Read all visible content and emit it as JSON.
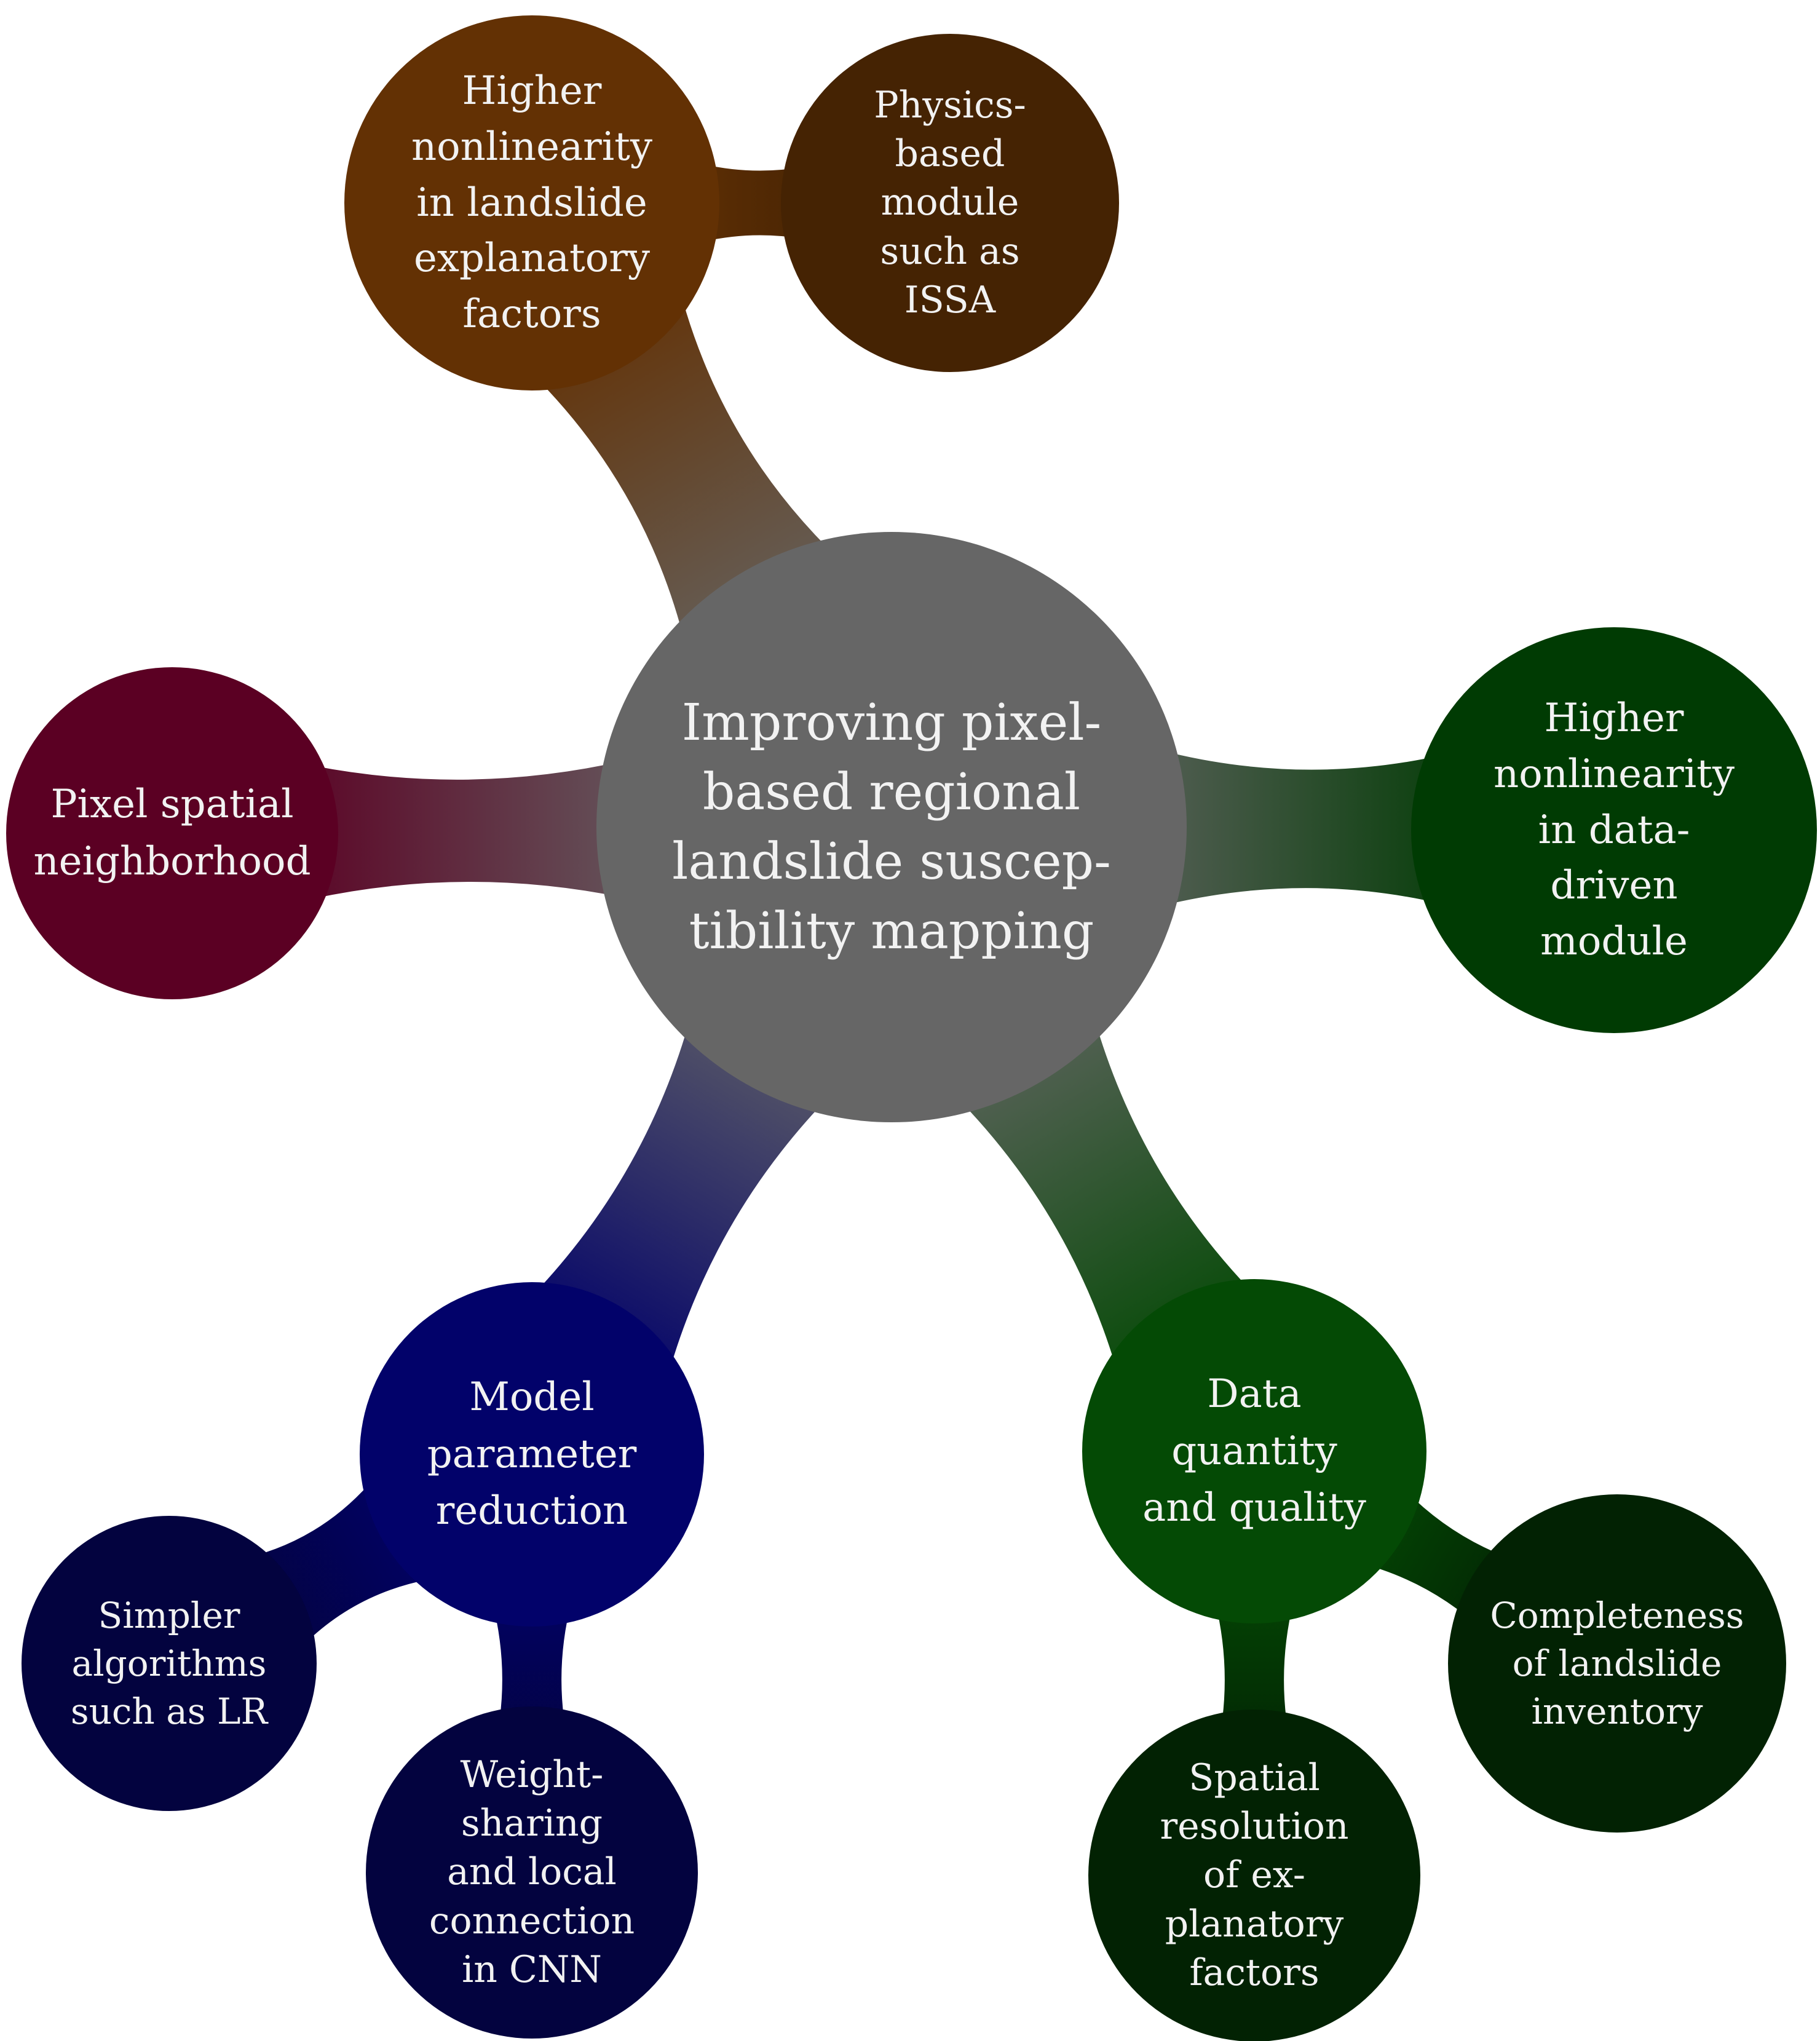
{
  "center": {
    "label": "Improving pixel-\nbased regional\nlandslide suscep-\ntibility mapping",
    "color": "#666666"
  },
  "branches": {
    "nonlinearity_explanatory": {
      "label": "Higher\nnonlinearity\nin landslide\nexplanatory\nfactors",
      "color": "#633104"
    },
    "physics_module": {
      "label": "Physics-\nbased\nmodule\nsuch as\nISSA",
      "color": "#452303"
    },
    "pixel_neighborhood": {
      "label": "Pixel spatial\nneighborhood",
      "color": "#5b0023"
    },
    "nonlinearity_data_driven": {
      "label": "Higher\nnonlinearity\nin data-\ndriven\nmodule",
      "color": "#003b03"
    },
    "model_parameter_reduction": {
      "label": "Model\nparameter\nreduction",
      "color": "#02026a"
    },
    "simpler_algorithms": {
      "label": "Simpler\nalgorithms\nsuch as LR",
      "color": "#03033f"
    },
    "weight_sharing": {
      "label": "Weight-\nsharing\nand local\nconnection\nin CNN",
      "color": "#03033f"
    },
    "data_quantity_quality": {
      "label": "Data\nquantity\nand quality",
      "color": "#044a05"
    },
    "completeness_inventory": {
      "label": "Completeness\nof landslide\ninventory",
      "color": "#022203"
    },
    "spatial_resolution": {
      "label": "Spatial\nresolution\nof ex-\nplanatory\nfactors",
      "color": "#022203"
    }
  }
}
